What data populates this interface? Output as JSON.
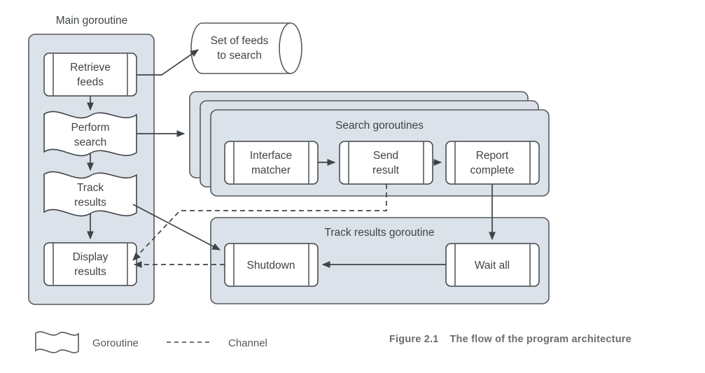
{
  "figure": {
    "caption_label": "Figure 2.1",
    "caption_text": "The flow of the program architecture"
  },
  "colors": {
    "panel_fill": "#dce2e9",
    "panel_stroke": "#565a5e",
    "node_fill": "#ffffff",
    "node_stroke": "#3f4448",
    "text": "#3f4448",
    "caption_text": "#6a6d70",
    "page_background": "#ffffff"
  },
  "diagram": {
    "title_main_goroutine": "Main goroutine",
    "title_search_goroutines": "Search goroutines",
    "title_track_results_goroutine": "Track results goroutine",
    "datastore": {
      "label_line1": "Set of feeds",
      "label_line2": "to search"
    },
    "main_goroutine_nodes": [
      {
        "id": "retrieve-feeds",
        "shape": "subroutine",
        "line1": "Retrieve",
        "line2": "feeds"
      },
      {
        "id": "perform-search",
        "shape": "goroutine",
        "line1": "Perform",
        "line2": "search"
      },
      {
        "id": "track-results",
        "shape": "goroutine",
        "line1": "Track",
        "line2": "results"
      },
      {
        "id": "display-results",
        "shape": "subroutine",
        "line1": "Display",
        "line2": "results"
      }
    ],
    "search_goroutine_nodes": [
      {
        "id": "interface-matcher",
        "shape": "subroutine",
        "line1": "Interface",
        "line2": "matcher"
      },
      {
        "id": "send-result",
        "shape": "subroutine",
        "line1": "Send",
        "line2": "result"
      },
      {
        "id": "report-complete",
        "shape": "subroutine",
        "line1": "Report",
        "line2": "complete"
      }
    ],
    "track_results_nodes": [
      {
        "id": "shutdown",
        "shape": "subroutine",
        "line1": "Shutdown",
        "line2": ""
      },
      {
        "id": "wait-all",
        "shape": "subroutine",
        "line1": "Wait all",
        "line2": ""
      }
    ],
    "stack_layers": 3
  },
  "legend": {
    "goroutine_label": "Goroutine",
    "channel_label": "Channel"
  }
}
